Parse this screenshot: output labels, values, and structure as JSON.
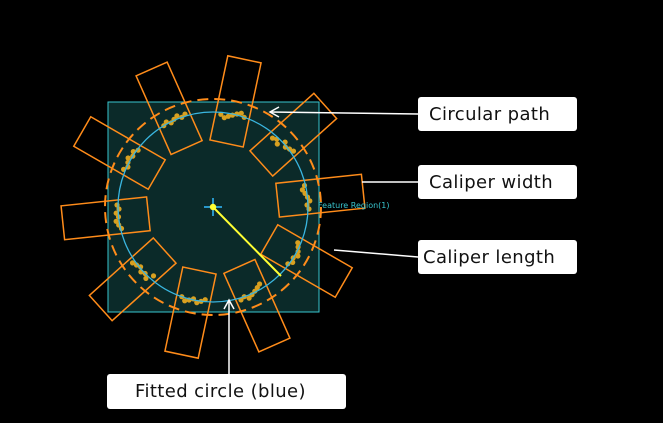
{
  "callouts": {
    "circular_path": "Circular path",
    "caliper_width": "Caliper width",
    "caliper_length": "Caliper length",
    "fitted_circle": "Fitted circle (blue)"
  },
  "feature_region_label": "Feature Region(1)",
  "caliper_count": 10,
  "colors": {
    "background": "#000000",
    "region_border": "#38c6cf",
    "region_fill": "#0b2a29",
    "caliper": "#ff8c1a",
    "edge_points": "#d8a020",
    "fitted_circle": "#3ab6e0",
    "radius_line": "#ffff33",
    "center_mark": "#33bbff",
    "pointer": "#ffffff"
  }
}
